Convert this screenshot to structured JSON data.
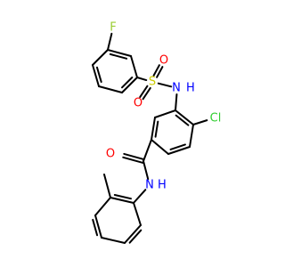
{
  "molecule": {
    "atoms": [
      {
        "key": "F",
        "text": "F",
        "element": "F",
        "color": "#9acd32"
      },
      {
        "key": "S",
        "text": "S",
        "element": "S",
        "color": "#cccc00"
      },
      {
        "key": "O1",
        "text": "O",
        "element": "O",
        "color": "#ff0000"
      },
      {
        "key": "O2",
        "text": "O",
        "element": "O",
        "color": "#ff0000"
      },
      {
        "key": "NS",
        "text": "N",
        "element": "N",
        "color": "#0000ff"
      },
      {
        "key": "HS",
        "text": "H",
        "element": "H",
        "color": "#0000ff"
      },
      {
        "key": "Cl",
        "text": "Cl",
        "element": "Cl",
        "color": "#32cd32"
      },
      {
        "key": "O3",
        "text": "O",
        "element": "O",
        "color": "#ff0000"
      },
      {
        "key": "NA",
        "text": "N",
        "element": "N",
        "color": "#0000ff"
      },
      {
        "key": "HA",
        "text": "H",
        "element": "H",
        "color": "#0000ff"
      }
    ]
  }
}
